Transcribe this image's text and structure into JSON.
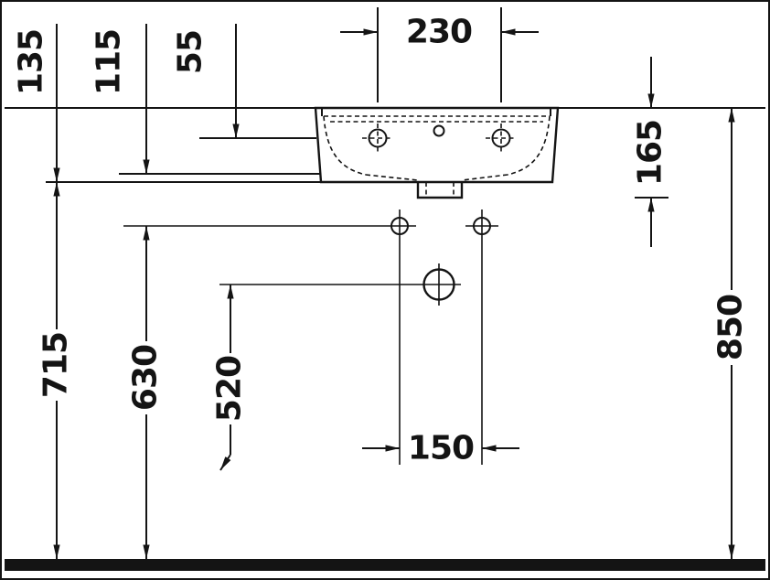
{
  "drawing": {
    "subject": "wall-mounted washbasin front view with installation dimensions",
    "line_color": "#141414",
    "background_color": "#ffffff"
  },
  "dimensions": {
    "tap_hole_spacing": "230",
    "rim_to_basin_underside": "135",
    "rim_to_front_lower_edge": "115",
    "rim_to_tap_hole_axis": "55",
    "rim_to_outlet_underside": "165",
    "floor_to_basin_underside": "715",
    "floor_to_fixing_holes": "630",
    "floor_to_siphon_axis": "520",
    "floor_to_rim": "850",
    "fixing_hole_spacing": "150"
  }
}
